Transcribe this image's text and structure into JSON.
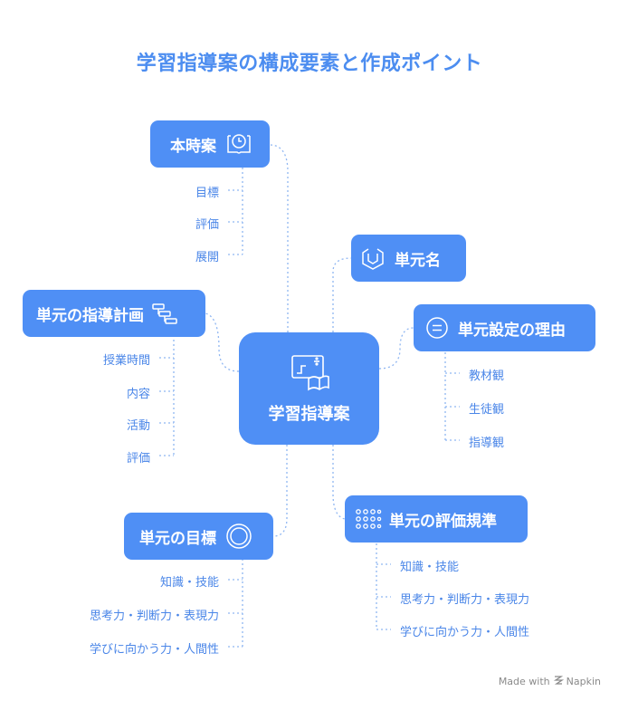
{
  "title": "学習指導案の構成要素と作成ポイント",
  "center": {
    "label": "学習指導案",
    "icon": "lesson-plan-icon"
  },
  "branches": {
    "honjian": {
      "label": "本時案",
      "icon": "clock-book-icon",
      "children": [
        "目標",
        "評価",
        "展開"
      ]
    },
    "tangenmei": {
      "label": "単元名",
      "icon": "cube-icon",
      "children": []
    },
    "shidoukeikaku": {
      "label": "単元の指導計画",
      "icon": "gantt-icon",
      "children": [
        "授業時間",
        "内容",
        "活動",
        "評価"
      ]
    },
    "settei": {
      "label": "単元設定の理由",
      "icon": "equals-circle-icon",
      "children": [
        "教材観",
        "生徒観",
        "指導観"
      ]
    },
    "mokuhyou": {
      "label": "単元の目標",
      "icon": "target-icon",
      "children": [
        "知識・技能",
        "思考力・判断力・表現力",
        "学びに向かう力・人間性"
      ]
    },
    "hyoukakijun": {
      "label": "単元の評価規準",
      "icon": "dot-grid-icon",
      "children": [
        "知識・技能",
        "思考力・判断力・表現力",
        "学びに向かう力・人間性"
      ]
    }
  },
  "footer": {
    "made_with": "Made with",
    "brand": "Napkin",
    "brand_icon": "napkin-logo-icon"
  },
  "colors": {
    "node": "#4f8ff5",
    "title": "#4c8df0",
    "leaf": "#4a86e8",
    "line": "#8fb6f2"
  }
}
